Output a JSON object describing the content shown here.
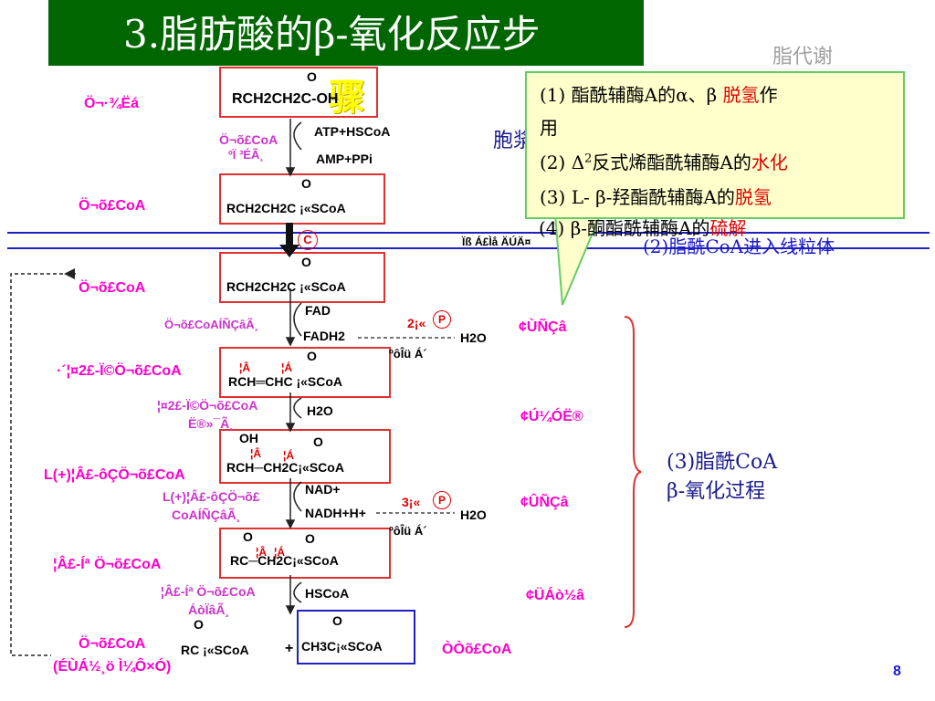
{
  "title": "3.脂肪酸的β-氧化反应步",
  "title_overflow": "骤",
  "corner_label": "脂代谢",
  "page_number": "8",
  "mitochondria_label": "(2)脂酰CoA进入线粒体",
  "cytoplasm_partial": "胞浆",
  "beta_ox_label_1": "(3)脂酰CoA",
  "beta_ox_label_2": "β-氧化过程",
  "callout": {
    "line1_a": "(1) 酯酰辅酶A的α、β ",
    "line1_b": "脱氢",
    "line1_c": "作",
    "line1_d": "用",
    "line2_a": "(2) Δ",
    "line2_sup": "2",
    "line2_b": "反式烯酯酰辅酶A的",
    "line2_c": "水化",
    "line3_a": "(3) L- β-羟酯酰辅酶A的",
    "line3_b": "脱氢",
    "line4_a": "(4) β-酮酯酰辅酶A的",
    "line4_b": "硫解"
  },
  "left_labels": [
    "Ö¬·¾Ëá",
    "Ö¬õ£CoA",
    "Ö¬õ£CoA",
    "·´¦¤2£-Ï©Ö¬õ£CoA",
    "L(+)¦Â£-ôÇÖ¬õ£CoA",
    "¦Â£-Íª Ö¬õ£CoA",
    "Ö¬õ£CoA",
    "(ÉÙÁ½¸ö Ì¼Ô­×Ó)"
  ],
  "enzymes": {
    "e1_a": "Ö¬õ£CoA",
    "e1_b": "ºÏ ³ÉÃ¸",
    "e2": "Ö¬õ£CoAÍÑÇâÃ¸",
    "e3_a": "¦¤2£-Ï©Ö¬õ£CoA",
    "e3_b": "Ë®»¯Ã¸",
    "e4_a": "L(+)¦Â£-ôÇÖ¬õ£",
    "e4_b": "CoAÍÑÇâÃ¸",
    "e5_a": "¦Â£-Íª Ö¬õ£CoA",
    "e5_b": "ÁòÏâÃ¸"
  },
  "reagents": {
    "atp": "ATP+HSCoA",
    "amp": "AMP+PPi",
    "fad": "FAD",
    "fadh2": "FADH2",
    "h2o_1": "H2O",
    "nad": "NAD+",
    "nadh": "NADH+H+",
    "hscoa": "HSCoA",
    "h2o_2": "H2O",
    "h2o_3": "H2O",
    "resp_1": "ºôÎü Á´",
    "resp_2": "ºôÎü Á´",
    "p2": "2¡«",
    "p3": "3¡«",
    "circle_p": "P",
    "circle_c": "C",
    "carnitine": "Ïß Á£Ìå ÄÚÄ¤"
  },
  "step_labels": {
    "s1": "¢ÙÑÇâ",
    "s2": "¢Ú¼ÓË®",
    "s3": "¢ÛÑÇâ",
    "s4": "¢ÜÁò½â"
  },
  "acetyl": "ÒÒõ£CoA",
  "structures": {
    "o": "O",
    "fatty_acid": "RCH2CH2C-OH",
    "acyl_coa": "RCH2CH2C ¡«SCoA",
    "enoyl": "RCH═CHC ¡«SCoA",
    "hydroxy": "RCH─CH2C¡«SCoA",
    "oh": "OH",
    "keto": "RC─CH2C¡«SCoA",
    "short_acyl": "RC ¡«SCoA",
    "acetyl_struct": "CH3C¡«SCoA",
    "plus": "+",
    "beta_a": "¦Â",
    "beta_b": "¦Á"
  },
  "colors": {
    "title_bg": "#006600",
    "pink": "#ff00cc",
    "enzyme": "#cc33cc",
    "box_red": "#e03030",
    "box_blue": "#2020c0",
    "callout_bg": "#ffffcc",
    "callout_border": "#66cc66"
  }
}
